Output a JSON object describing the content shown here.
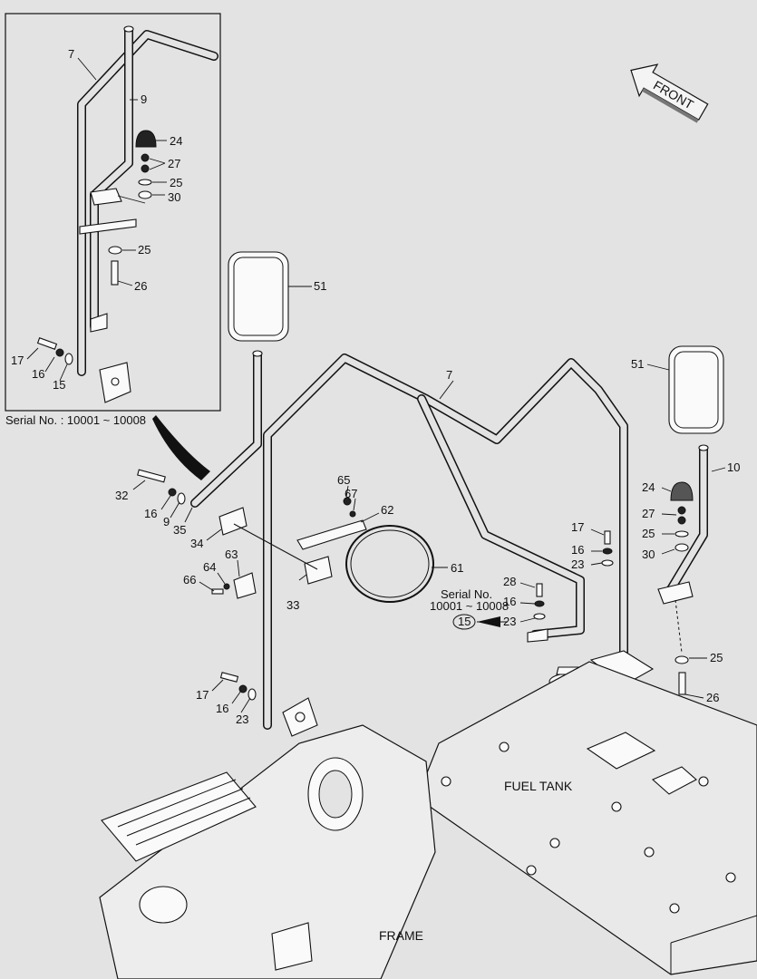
{
  "inset": {
    "serial_caption": "Serial No. : 10001 ~ 10008",
    "callouts": [
      "7",
      "9",
      "24",
      "27",
      "25",
      "30",
      "25",
      "26",
      "17",
      "16",
      "15"
    ]
  },
  "front_label": "FRONT",
  "callouts": {
    "c51a": "51",
    "c51b": "51",
    "c7": "7",
    "c10": "10",
    "c24": "24",
    "c27": "27",
    "c25a": "25",
    "c30": "30",
    "c17a": "17",
    "c16a": "16",
    "c23a": "23",
    "c28": "28",
    "c16b": "16",
    "c23b": "23",
    "c15": "15",
    "c25b": "25",
    "c26": "26",
    "c32": "32",
    "c16c": "16",
    "c9": "9",
    "c35": "35",
    "c34": "34",
    "c65": "65",
    "c67": "67",
    "c62": "62",
    "c61": "61",
    "c63": "63",
    "c64": "64",
    "c66": "66",
    "c33": "33",
    "c17b": "17",
    "c16d": "16",
    "c23c": "23"
  },
  "serial_note": [
    "Serial No.",
    "10001 ~ 10008"
  ],
  "area_labels": {
    "fuel_tank": "FUEL TANK",
    "frame": "FRAME"
  }
}
